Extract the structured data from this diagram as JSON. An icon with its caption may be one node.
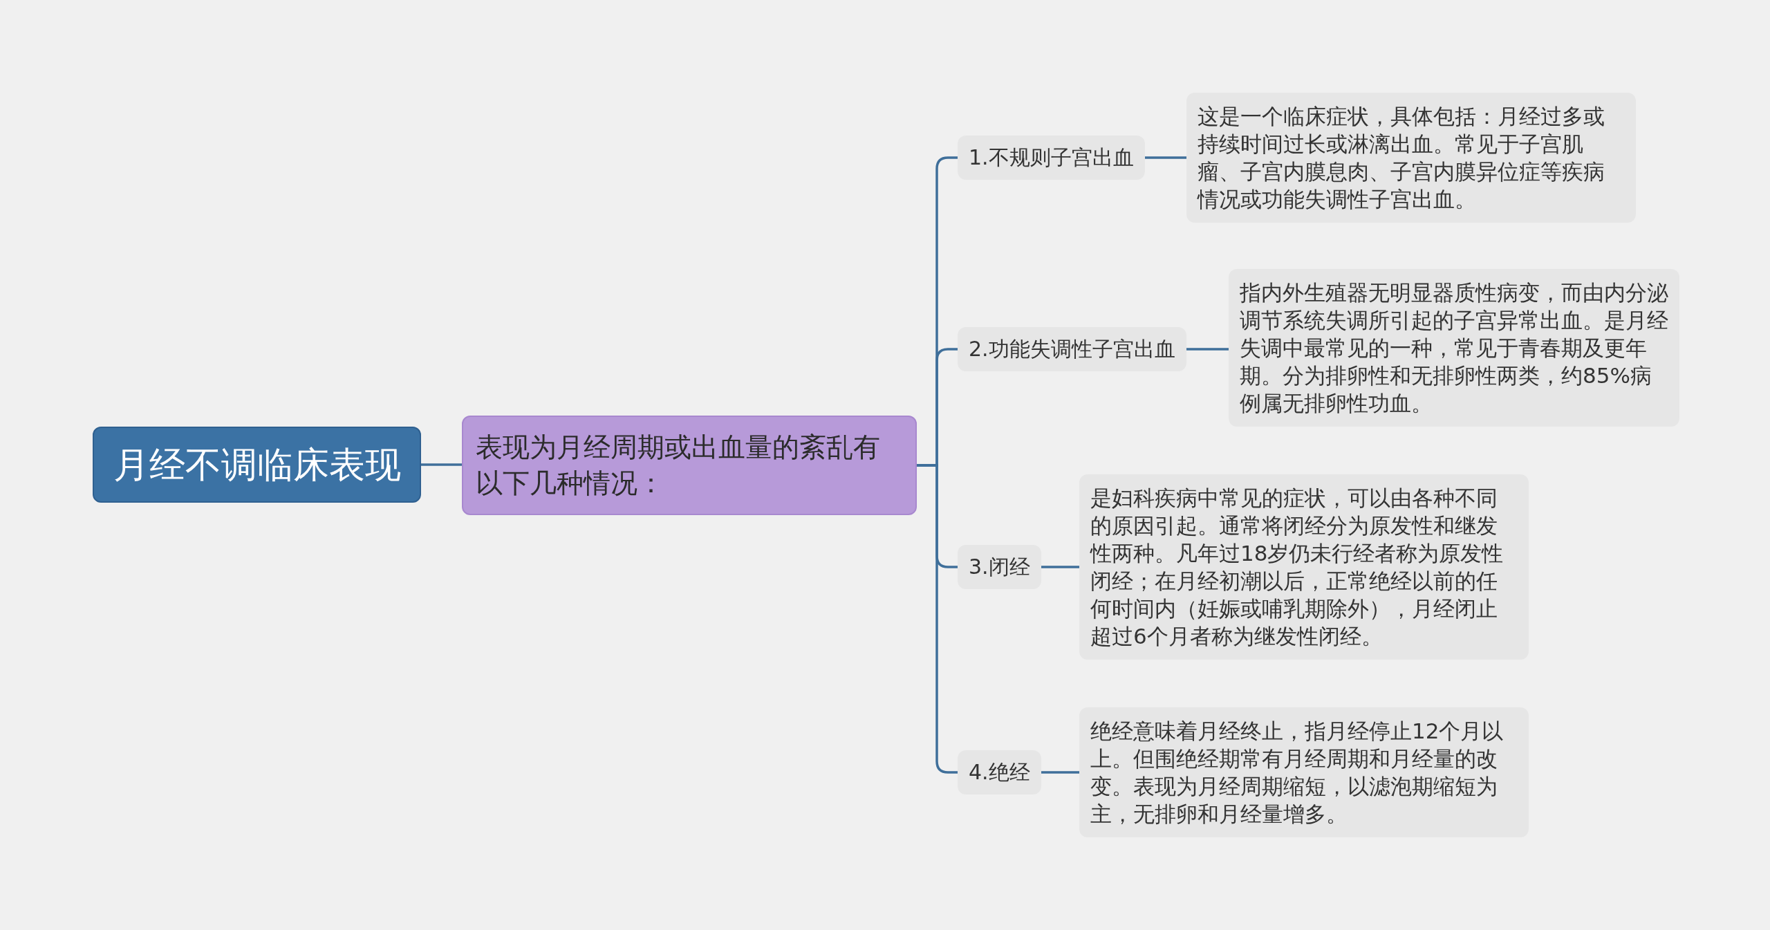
{
  "diagram": {
    "nodes": [
      {
        "text": [
          "月经不调临床表现"
        ]
      },
      {
        "text": [
          "表现为月经周期或出血量的紊乱有以下几种情况："
        ]
      },
      {
        "text": [
          "1.不规则子宫出血"
        ]
      },
      {
        "text": [
          "这是一个临床症状，具体包括：月经过多或持续时间过长或淋漓出血。常见于子宫肌瘤、子宫内膜息肉、子宫内膜异位症等疾病情况或功能失调性子宫出血。"
        ]
      },
      {
        "text": [
          "2.功能失调性子宫出血"
        ]
      },
      {
        "text": [
          "指内外生殖器无明显器质性病变，而由内分泌调节系统失调所引起的子宫异常出血。是月经失调中最常见的一种，常见于青春期及更年期。分为排卵性和无排卵性两类，约85%病例属无排卵性功血。"
        ]
      },
      {
        "text": [
          "3.闭经"
        ]
      },
      {
        "text": [
          "是妇科疾病中常见的症状，可以由各种不同的原因引起。通常将闭经分为原发性和继发性两种。凡年过18岁仍未行经者称为原发性闭经；在月经初潮以后，正常绝经以前的任何时间内（妊娠或哺乳期除外），月经闭止超过6个月者称为继发性闭经。"
        ]
      },
      {
        "text": [
          "4.绝经"
        ]
      },
      {
        "text": [
          "绝经意味着月经终止，指月经停止12个月以上。但围绝经期常有月经周期和月经量的改变。表现为月经周期缩短，以滤泡期缩短为主，无排卵和月经量增多。"
        ]
      }
    ],
    "edges": [
      {
        "from": 0,
        "to": 1,
        "arrow": "none"
      },
      {
        "from": 1,
        "to": 2,
        "arrow": "none"
      },
      {
        "from": 1,
        "to": 4,
        "arrow": "none"
      },
      {
        "from": 1,
        "to": 6,
        "arrow": "none"
      },
      {
        "from": 1,
        "to": 8,
        "arrow": "none"
      },
      {
        "from": 2,
        "to": 3,
        "arrow": "none"
      },
      {
        "from": 4,
        "to": 5,
        "arrow": "none"
      },
      {
        "from": 6,
        "to": 7,
        "arrow": "none"
      },
      {
        "from": 8,
        "to": 9,
        "arrow": "none"
      }
    ]
  }
}
